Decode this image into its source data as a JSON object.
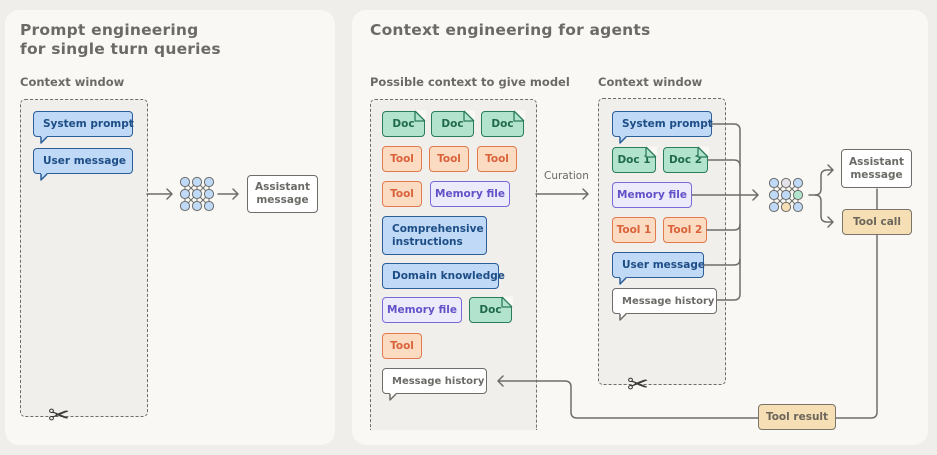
{
  "left_panel": {
    "title_line1": "Prompt engineering",
    "title_line2": "for single turn queries",
    "context_label": "Context window",
    "items": [
      {
        "label": "System prompt",
        "kind": "blue"
      },
      {
        "label": "User message",
        "kind": "blue"
      }
    ],
    "output": "Assistant message",
    "output_line1": "Assistant",
    "output_line2": "message"
  },
  "right_panel": {
    "title": "Context engineering for agents",
    "possible_label": "Possible context to give model",
    "context_label": "Context window",
    "curation_label": "Curation",
    "possible_items": [
      {
        "label": "Doc",
        "kind": "green"
      },
      {
        "label": "Doc",
        "kind": "green"
      },
      {
        "label": "Doc",
        "kind": "green"
      },
      {
        "label": "Tool",
        "kind": "orange"
      },
      {
        "label": "Tool",
        "kind": "orange"
      },
      {
        "label": "Tool",
        "kind": "orange"
      },
      {
        "label": "Tool",
        "kind": "orange"
      },
      {
        "label": "Memory file",
        "kind": "purple"
      },
      {
        "label_line1": "Comprehensive",
        "label_line2": "instructions",
        "kind": "blue"
      },
      {
        "label": "Domain knowledge",
        "kind": "blue"
      },
      {
        "label": "Memory file",
        "kind": "purple"
      },
      {
        "label": "Doc",
        "kind": "green"
      },
      {
        "label": "Tool",
        "kind": "orange"
      },
      {
        "label": "Message history",
        "kind": "white"
      }
    ],
    "context_items": [
      {
        "label": "System prompt",
        "kind": "blue"
      },
      {
        "label": "Doc 1",
        "kind": "green"
      },
      {
        "label": "Doc 2",
        "kind": "green"
      },
      {
        "label": "Memory file",
        "kind": "purple"
      },
      {
        "label": "Tool 1",
        "kind": "orange"
      },
      {
        "label": "Tool 2",
        "kind": "orange"
      },
      {
        "label": "User message",
        "kind": "blue"
      },
      {
        "label": "Message history",
        "kind": "white"
      }
    ],
    "outputs": {
      "assistant_line1": "Assistant",
      "assistant_line2": "message",
      "tool_call": "Tool call",
      "tool_result": "Tool result"
    }
  },
  "icons": {
    "scissors": "✂"
  },
  "colors": {
    "blue_fill": "#bfd9f6",
    "green_fill": "#b2e3cd",
    "orange_fill": "#fbdcc2",
    "purple_fill": "#ecebfc",
    "tan_fill": "#f6dfb5"
  }
}
